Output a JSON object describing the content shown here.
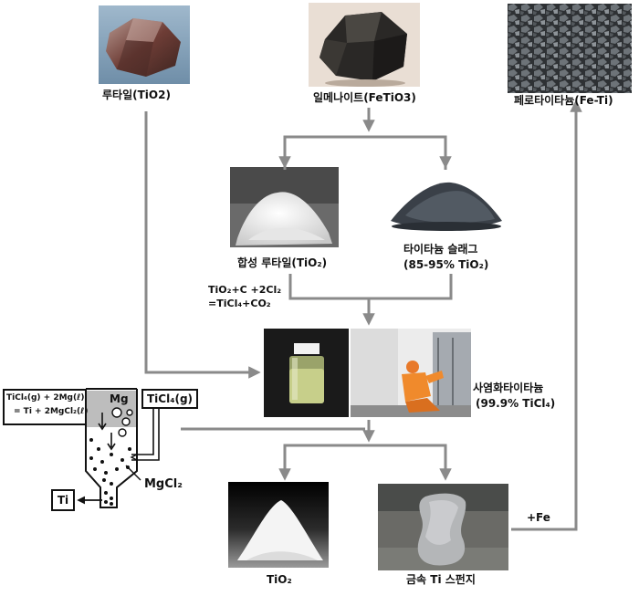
{
  "materials": {
    "rutile": "루타일(TiO2)",
    "ilmenite": "일메나이트(FeTiO3)",
    "ferrotitanium": "페로타이타늄(Fe-Ti)",
    "synthetic_rutile": "합성 루타일(TiO₂)",
    "ti_slag_name": "타이타늄 슬래그",
    "ti_slag_grade": "(85-95% TiO₂)",
    "ticl4_name": "사염화타이타늄",
    "ticl4_grade": "(99.9% TiCl₄)",
    "tio2_product": "TiO₂",
    "ti_sponge": "금속 Ti 스펀지"
  },
  "chlorination_equation": {
    "line1": "TiO₂+C +2Cl₂",
    "line2": "=TiCl₄+CO₂"
  },
  "reactor": {
    "equation_line1": "TiCl₄(g) + 2Mg(ℓ)",
    "equation_line2": "= Ti + 2MgCl₂(ℓ)",
    "mg_label": "Mg",
    "ticl4_input": "TiCl₄(g)",
    "mgcl2_label": "MgCl₂",
    "ti_output": "Ti"
  },
  "fe_addition": "+Fe",
  "colors": {
    "arrow": "#8a8a8a",
    "reactor_gray": "#bdbdbd"
  }
}
